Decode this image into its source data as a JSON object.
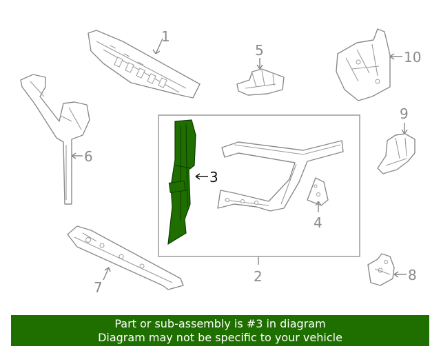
{
  "diagram": {
    "highlight_color": "#1f6f00",
    "highlighted_part": "3",
    "callouts": [
      "1",
      "2",
      "3",
      "4",
      "5",
      "6",
      "7",
      "8",
      "9",
      "10"
    ]
  },
  "banner": {
    "line1": "Part or sub-assembly is #3 in diagram",
    "line2": "Diagram may not be specific to your vehicle"
  }
}
